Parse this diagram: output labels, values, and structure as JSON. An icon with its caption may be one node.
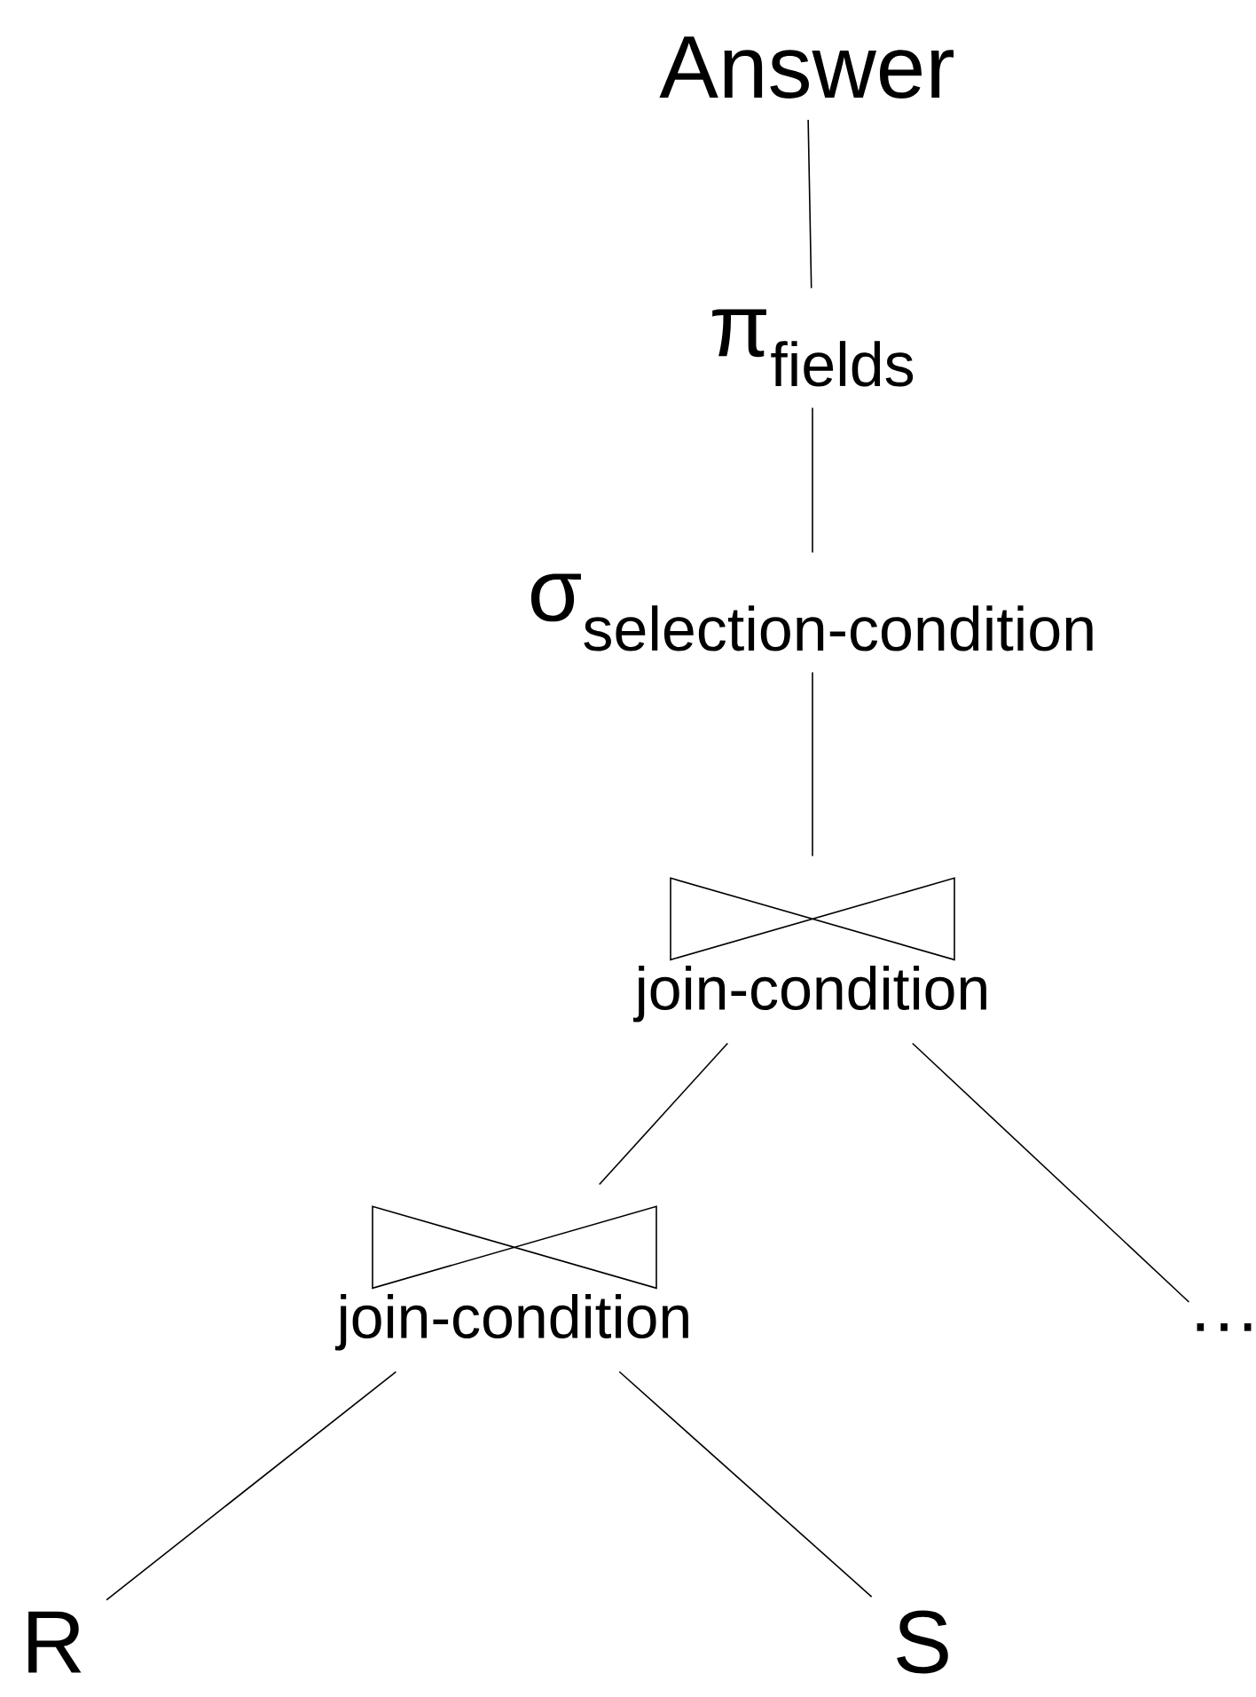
{
  "diagram": {
    "nodes": [
      {
        "text": [
          "Answer"
        ]
      },
      {
        "text": [
          "π$_{fields}$"
        ]
      },
      {
        "text": [
          "\\text{σ}_{\\text{selection-condition}}"
        ]
      },
      {
        "text": [
          "join-condition"
        ]
      },
      {
        "text": [
          "join-condition"
        ]
      },
      {
        "text": [
          "···"
        ]
      },
      {
        "text": [
          "R"
        ]
      },
      {
        "text": [
          "S"
        ]
      }
    ],
    "edges": [
      {
        "from": 0,
        "to": 1,
        "arrow": "none"
      },
      {
        "from": 1,
        "to": 2,
        "arrow": "none"
      },
      {
        "from": 2,
        "to": 3,
        "arrow": "none"
      },
      {
        "from": 3,
        "to": 4,
        "arrow": "none"
      },
      {
        "from": 3,
        "to": 5,
        "arrow": "none"
      },
      {
        "from": 4,
        "to": 6,
        "arrow": "none"
      },
      {
        "from": 4,
        "to": 7,
        "arrow": "none"
      }
    ]
  }
}
